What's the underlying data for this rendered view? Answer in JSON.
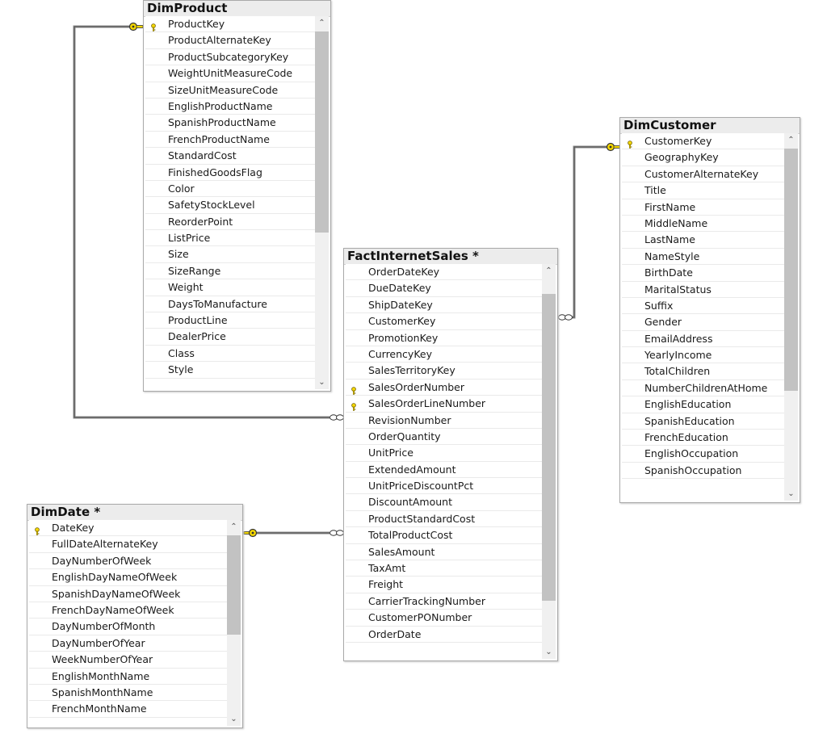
{
  "diagram": {
    "tables": [
      {
        "id": "dim-product",
        "title": "DimProduct",
        "columns": [
          {
            "name": "ProductKey",
            "key": true
          },
          {
            "name": "ProductAlternateKey"
          },
          {
            "name": "ProductSubcategoryKey"
          },
          {
            "name": "WeightUnitMeasureCode"
          },
          {
            "name": "SizeUnitMeasureCode"
          },
          {
            "name": "EnglishProductName"
          },
          {
            "name": "SpanishProductName"
          },
          {
            "name": "FrenchProductName"
          },
          {
            "name": "StandardCost"
          },
          {
            "name": "FinishedGoodsFlag"
          },
          {
            "name": "Color"
          },
          {
            "name": "SafetyStockLevel"
          },
          {
            "name": "ReorderPoint"
          },
          {
            "name": "ListPrice"
          },
          {
            "name": "Size"
          },
          {
            "name": "SizeRange"
          },
          {
            "name": "Weight"
          },
          {
            "name": "DaysToManufacture"
          },
          {
            "name": "ProductLine"
          },
          {
            "name": "DealerPrice"
          },
          {
            "name": "Class"
          },
          {
            "name": "Style"
          }
        ]
      },
      {
        "id": "dim-customer",
        "title": "DimCustomer",
        "columns": [
          {
            "name": "CustomerKey",
            "key": true
          },
          {
            "name": "GeographyKey"
          },
          {
            "name": "CustomerAlternateKey"
          },
          {
            "name": "Title"
          },
          {
            "name": "FirstName"
          },
          {
            "name": "MiddleName"
          },
          {
            "name": "LastName"
          },
          {
            "name": "NameStyle"
          },
          {
            "name": "BirthDate"
          },
          {
            "name": "MaritalStatus"
          },
          {
            "name": "Suffix"
          },
          {
            "name": "Gender"
          },
          {
            "name": "EmailAddress"
          },
          {
            "name": "YearlyIncome"
          },
          {
            "name": "TotalChildren"
          },
          {
            "name": "NumberChildrenAtHome"
          },
          {
            "name": "EnglishEducation"
          },
          {
            "name": "SpanishEducation"
          },
          {
            "name": "FrenchEducation"
          },
          {
            "name": "EnglishOccupation"
          },
          {
            "name": "SpanishOccupation"
          }
        ]
      },
      {
        "id": "fact-internet-sales",
        "title": "FactInternetSales *",
        "columns": [
          {
            "name": "OrderDateKey"
          },
          {
            "name": "DueDateKey"
          },
          {
            "name": "ShipDateKey"
          },
          {
            "name": "CustomerKey"
          },
          {
            "name": "PromotionKey"
          },
          {
            "name": "CurrencyKey"
          },
          {
            "name": "SalesTerritoryKey"
          },
          {
            "name": "SalesOrderNumber",
            "key": true
          },
          {
            "name": "SalesOrderLineNumber",
            "key": true
          },
          {
            "name": "RevisionNumber"
          },
          {
            "name": "OrderQuantity"
          },
          {
            "name": "UnitPrice"
          },
          {
            "name": "ExtendedAmount"
          },
          {
            "name": "UnitPriceDiscountPct"
          },
          {
            "name": "DiscountAmount"
          },
          {
            "name": "ProductStandardCost"
          },
          {
            "name": "TotalProductCost"
          },
          {
            "name": "SalesAmount"
          },
          {
            "name": "TaxAmt"
          },
          {
            "name": "Freight"
          },
          {
            "name": "CarrierTrackingNumber"
          },
          {
            "name": "CustomerPONumber"
          },
          {
            "name": "OrderDate"
          }
        ]
      },
      {
        "id": "dim-date",
        "title": "DimDate *",
        "columns": [
          {
            "name": "DateKey",
            "key": true
          },
          {
            "name": "FullDateAlternateKey"
          },
          {
            "name": "DayNumberOfWeek"
          },
          {
            "name": "EnglishDayNameOfWeek"
          },
          {
            "name": "SpanishDayNameOfWeek"
          },
          {
            "name": "FrenchDayNameOfWeek"
          },
          {
            "name": "DayNumberOfMonth"
          },
          {
            "name": "DayNumberOfYear"
          },
          {
            "name": "WeekNumberOfYear"
          },
          {
            "name": "EnglishMonthName"
          },
          {
            "name": "SpanishMonthName"
          },
          {
            "name": "FrenchMonthName"
          }
        ]
      }
    ],
    "relationships": [
      {
        "from": "fact-internet-sales",
        "to": "dim-product",
        "type": "many-to-one"
      },
      {
        "from": "fact-internet-sales",
        "to": "dim-customer",
        "type": "many-to-one"
      },
      {
        "from": "fact-internet-sales",
        "to": "dim-date",
        "type": "many-to-one"
      }
    ],
    "colors": {
      "key_icon": "#f5d800",
      "line": "#4d4d4d",
      "header_bg": "#ececec",
      "scroll_thumb": "#c2c2c2"
    }
  }
}
